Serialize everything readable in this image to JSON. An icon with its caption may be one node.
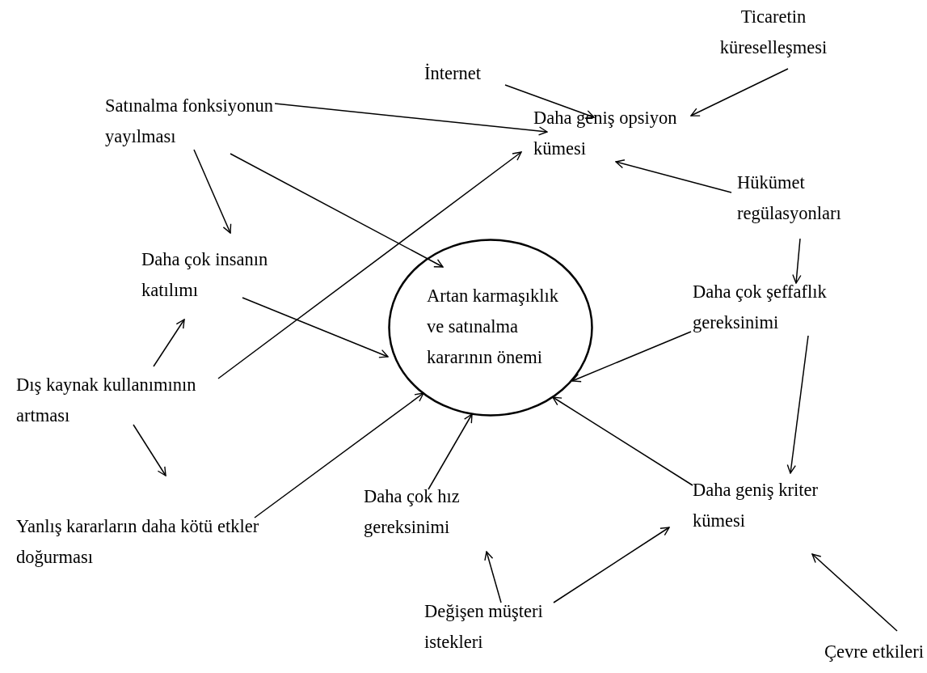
{
  "diagram": {
    "nodes": [
      {
        "text": [
          "İnternet"
        ]
      },
      {
        "text": [
          "Ticaretin küreselleşmesi"
        ]
      },
      {
        "text": [
          "Satınalma fonksiyonun yayılması"
        ]
      },
      {
        "text": [
          "Daha geniş opsiyon kümesi"
        ]
      },
      {
        "text": [
          "Hükümet regülasyonları"
        ]
      },
      {
        "text": [
          "Daha çok insanın katılımı"
        ]
      },
      {
        "text": [
          "Artan karmaşıklık ve satınalma kararının önemi"
        ]
      },
      {
        "text": [
          "Daha çok şeffaflık gereksinimi"
        ]
      },
      {
        "text": [
          "Dış kaynak kullanımının artması"
        ]
      },
      {
        "text": [
          "Daha geniş kriter kümesi"
        ]
      },
      {
        "text": [
          "Daha çok hız gereksinimi"
        ]
      },
      {
        "text": [
          "Yanlış kararların daha kötü etkler doğurması"
        ]
      },
      {
        "text": [
          "Değişen müşteri istekleri"
        ]
      },
      {
        "text": [
          "Çevre etkileri"
        ]
      }
    ],
    "edges": [
      {
        "from": 0,
        "to": 3,
        "arrow": "to"
      },
      {
        "from": 1,
        "to": 3,
        "arrow": "to"
      },
      {
        "from": 2,
        "to": 3,
        "arrow": "to"
      },
      {
        "from": 4,
        "to": 3,
        "arrow": "to"
      },
      {
        "from": 2,
        "to": 5,
        "arrow": "to"
      },
      {
        "from": 2,
        "to": 6,
        "arrow": "to"
      },
      {
        "from": 8,
        "to": 3,
        "arrow": "to"
      },
      {
        "from": 8,
        "to": 5,
        "arrow": "to"
      },
      {
        "from": 5,
        "to": 6,
        "arrow": "to"
      },
      {
        "from": 4,
        "to": 7,
        "arrow": "to"
      },
      {
        "from": 7,
        "to": 6,
        "arrow": "to"
      },
      {
        "from": 7,
        "to": 9,
        "arrow": "to"
      },
      {
        "from": 8,
        "to": 11,
        "arrow": "to"
      },
      {
        "from": 11,
        "to": 6,
        "arrow": "to"
      },
      {
        "from": 10,
        "to": 6,
        "arrow": "to"
      },
      {
        "from": 12,
        "to": 10,
        "arrow": "to"
      },
      {
        "from": 12,
        "to": 9,
        "arrow": "to"
      },
      {
        "from": 9,
        "to": 6,
        "arrow": "to"
      },
      {
        "from": 13,
        "to": 9,
        "arrow": "to"
      }
    ]
  }
}
